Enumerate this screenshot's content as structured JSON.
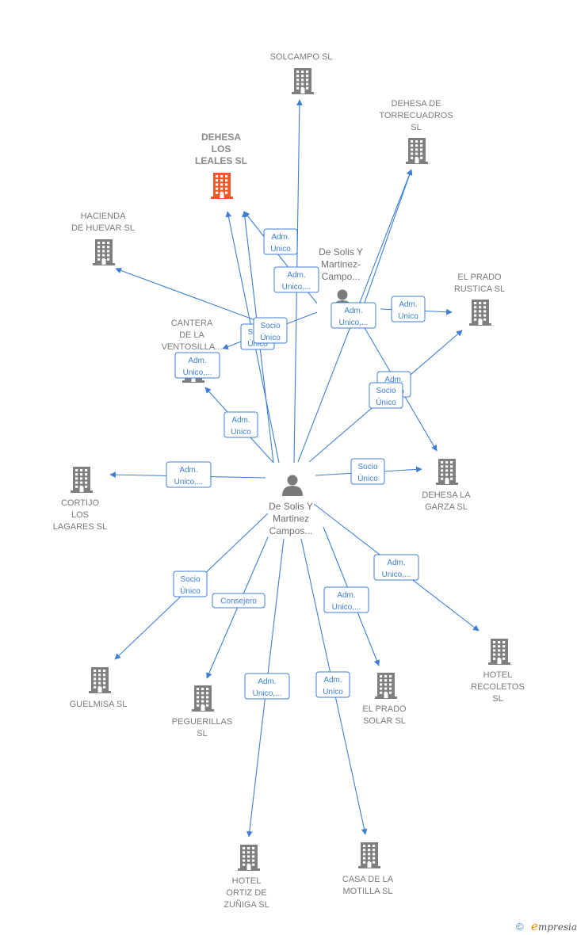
{
  "colors": {
    "edge": "#3d7fd4",
    "company": "#7f7f7f",
    "company_focus": "#f0582a",
    "person": "#7a7a7a"
  },
  "persons": [
    {
      "id": "p_main",
      "lines": [
        "De Solis Y",
        "Martinez",
        "Campos..."
      ]
    },
    {
      "id": "p_second",
      "lines": [
        "De Solis Y",
        "Martinez-",
        "Campo..."
      ]
    }
  ],
  "companies": [
    {
      "id": "solcampo",
      "lines": [
        "SOLCAMPO SL"
      ],
      "focus": false
    },
    {
      "id": "torrecuadros",
      "lines": [
        "DEHESA DE",
        "TORRECUADROS",
        "SL"
      ],
      "focus": false
    },
    {
      "id": "leales",
      "lines": [
        "DEHESA",
        "LOS",
        "LEALES  SL"
      ],
      "focus": true
    },
    {
      "id": "huevar",
      "lines": [
        "HACIENDA",
        "DE HUEVAR  SL"
      ],
      "focus": false
    },
    {
      "id": "prado_rustica",
      "lines": [
        "EL PRADO",
        "RUSTICA  SL"
      ],
      "focus": false
    },
    {
      "id": "ventosilla",
      "lines": [
        "CANTERA",
        "DE LA",
        "VENTOSILLA..."
      ],
      "focus": false
    },
    {
      "id": "dehesa_garza",
      "lines": [
        "DEHESA LA",
        "GARZA  SL"
      ],
      "focus": false
    },
    {
      "id": "cortijo",
      "lines": [
        "CORTIJO",
        "LOS",
        "LAGARES  SL"
      ],
      "focus": false
    },
    {
      "id": "guelmisa",
      "lines": [
        "GUELMISA SL"
      ],
      "focus": false
    },
    {
      "id": "peguerillas",
      "lines": [
        "PEGUERILLAS",
        "SL"
      ],
      "focus": false
    },
    {
      "id": "prado_solar",
      "lines": [
        "EL PRADO",
        "SOLAR  SL"
      ],
      "focus": false
    },
    {
      "id": "recoletos",
      "lines": [
        "HOTEL",
        "RECOLETOS",
        "SL"
      ],
      "focus": false
    },
    {
      "id": "ortiz",
      "lines": [
        "HOTEL",
        "ORTIZ DE",
        "ZUÑIGA  SL"
      ],
      "focus": false
    },
    {
      "id": "motilla",
      "lines": [
        "CASA DE LA",
        "MOTILLA  SL"
      ],
      "focus": false
    }
  ],
  "relations": [
    {
      "id": "r_solcampo",
      "lines": [
        "Adm.",
        "Unico,..."
      ]
    },
    {
      "id": "r_leales_main",
      "lines": [
        "Socio",
        "Único"
      ]
    },
    {
      "id": "r_leales_second",
      "lines": [
        "Adm.",
        "Unico"
      ]
    },
    {
      "id": "r_leales_main_b",
      "lines": [
        "Adm.",
        "Unico"
      ]
    },
    {
      "id": "r_huevar",
      "lines": [
        "Socio",
        "Único"
      ]
    },
    {
      "id": "r_ventosilla_second",
      "lines": [
        "Socio",
        "Único"
      ]
    },
    {
      "id": "r_torre_second",
      "lines": [
        "Adm.",
        "Unico,..."
      ]
    },
    {
      "id": "r_prado_rustica_second",
      "lines": [
        "Adm.",
        "Unico"
      ]
    },
    {
      "id": "r_garza_second",
      "lines": [
        "Adm.",
        "Unico"
      ]
    },
    {
      "id": "r_prado_rustica_main",
      "lines": [
        "Socio",
        "Único"
      ]
    },
    {
      "id": "r_ventosilla_main",
      "lines": [
        "Adm.",
        "Unico,..."
      ]
    },
    {
      "id": "r_cortijo",
      "lines": [
        "Adm.",
        "Unico,..."
      ]
    },
    {
      "id": "r_garza_main",
      "lines": [
        "Socio",
        "Único"
      ]
    },
    {
      "id": "r_recoletos",
      "lines": [
        "Adm.",
        "Unico,..."
      ]
    },
    {
      "id": "r_guelmisa",
      "lines": [
        "Socio",
        "Único"
      ]
    },
    {
      "id": "r_peguerillas",
      "lines": [
        "Consejero"
      ]
    },
    {
      "id": "r_prado_solar",
      "lines": [
        "Adm.",
        "Unico,..."
      ]
    },
    {
      "id": "r_ortiz",
      "lines": [
        "Adm.",
        "Unico,..."
      ]
    },
    {
      "id": "r_motilla",
      "lines": [
        "Adm.",
        "Unico"
      ]
    }
  ],
  "brand": {
    "copyright": "©",
    "initial": "e",
    "rest": "mpresia"
  }
}
